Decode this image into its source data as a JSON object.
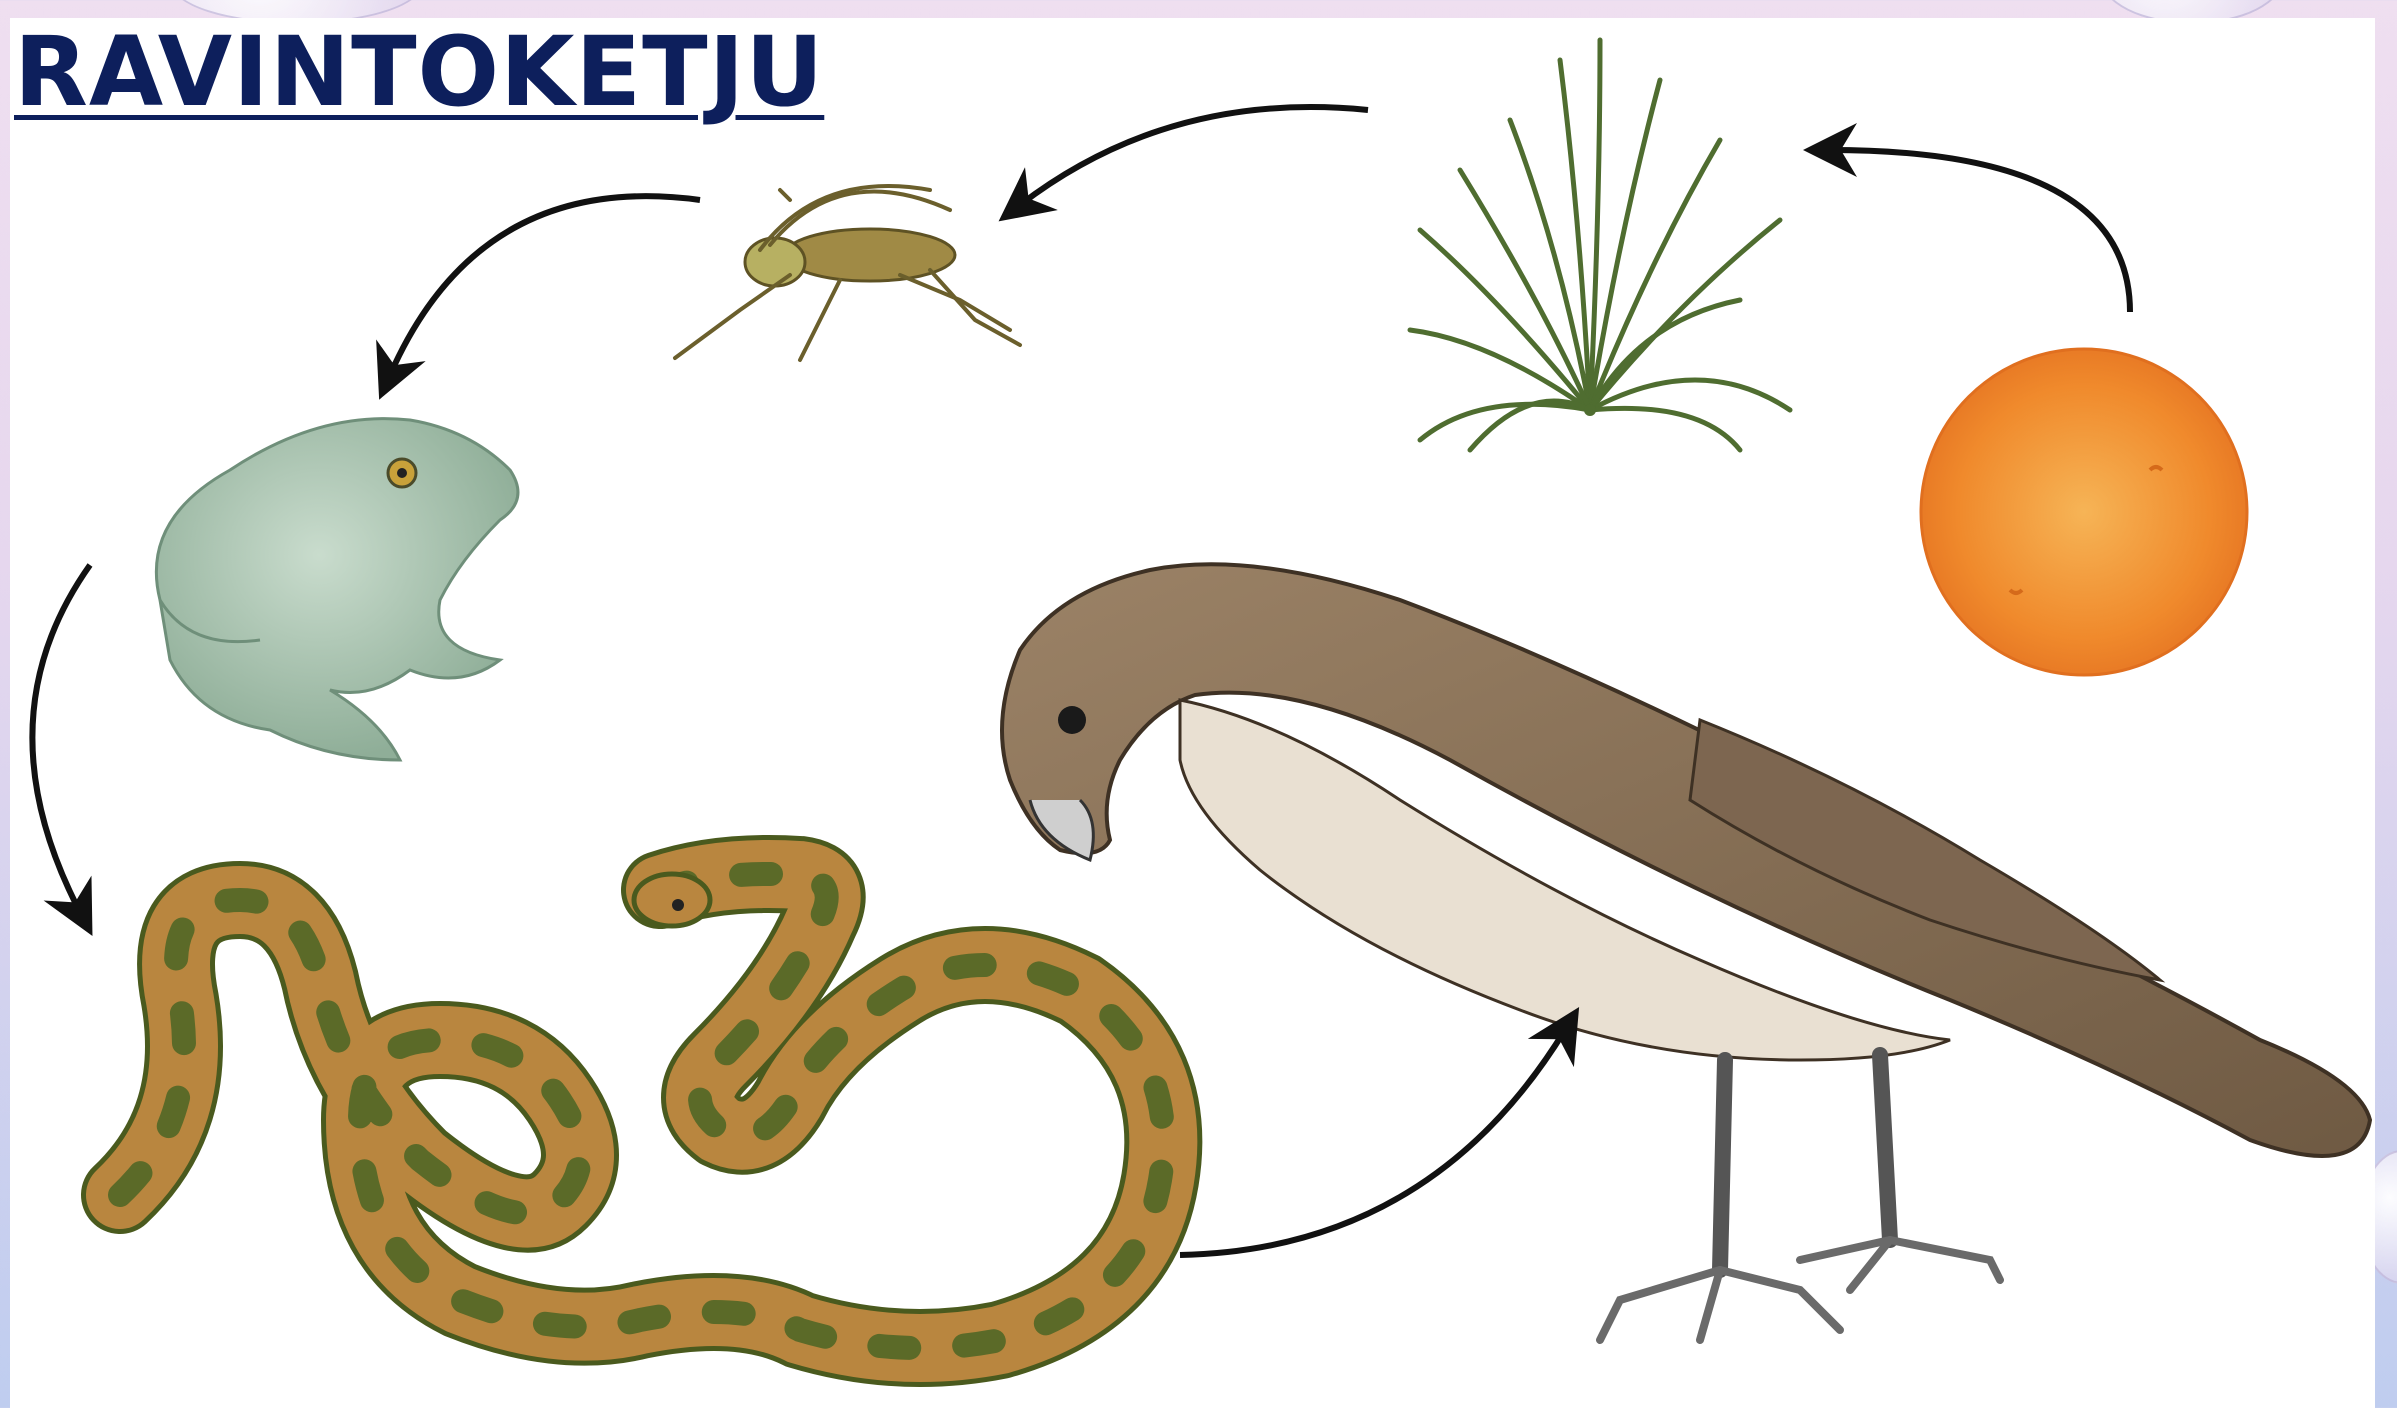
{
  "title": "RAVINTOKETJU",
  "diagram": {
    "type": "food-chain",
    "nodes": [
      "sun",
      "grass",
      "grasshopper",
      "frog",
      "snake",
      "hawk"
    ],
    "arrows": [
      {
        "from": "sun",
        "to": "grass"
      },
      {
        "from": "grass",
        "to": "grasshopper"
      },
      {
        "from": "grasshopper",
        "to": "frog"
      },
      {
        "from": "frog",
        "to": "snake"
      },
      {
        "from": "snake",
        "to": "hawk"
      }
    ]
  },
  "colors": {
    "title": "#0d1f5c",
    "sun": "#f08a2c",
    "grass": "#5d7a3a",
    "frog": "#a9c4b0",
    "snake": "#b9863f",
    "hawk": "#8a7258",
    "arrow": "#111111"
  }
}
